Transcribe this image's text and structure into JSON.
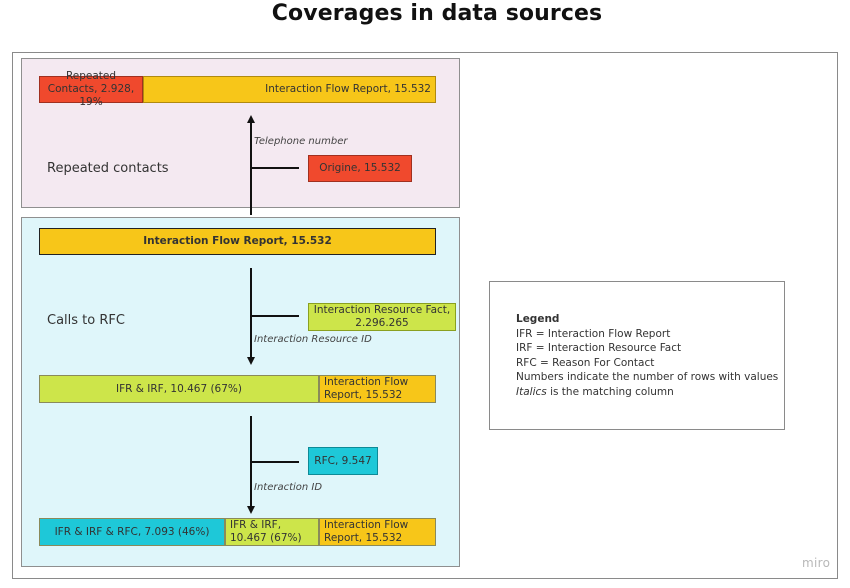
{
  "title": "Coverages in data sources",
  "panels": {
    "repeated_contacts": {
      "label": "Repeated contacts",
      "strip": {
        "left": "Repeated Contacts, 2.928, 19%",
        "right": "Interaction Flow Report, 15.532",
        "left_share": 0.19
      },
      "link_label": "Telephone number",
      "source_box": "Origine, 15.532"
    },
    "calls_to_rfc": {
      "label": "Calls to RFC",
      "top_box": "Interaction Flow Report, 15.532",
      "join1": {
        "source_box": "Interaction Resource Fact, 2.296.265",
        "link_label": "Interaction Resource ID",
        "strip_left": "IFR & IRF, 10.467 (67%)",
        "strip_right": "Interaction Flow Report, 15.532",
        "left_share": 0.67
      },
      "join2": {
        "source_box": "RFC, 9.547",
        "link_label": "Interaction ID",
        "strip_a": "IFR & IRF & RFC, 7.093 (46%)",
        "strip_b": "IFR & IRF, 10.467 (67%)",
        "strip_c": "Interaction Flow Report, 15.532",
        "a_share": 0.46,
        "b_share": 0.67
      }
    }
  },
  "legend": {
    "title": "Legend",
    "lines": [
      "IFR = Interaction Flow Report",
      "IRF = Interaction Resource Fact",
      "RFC = Reason For Contact",
      "Numbers indicate the number of rows with values"
    ],
    "italic_word": "Italics",
    "italic_rest": " is the matching column"
  },
  "watermark": "miro",
  "colors": {
    "red": "#f0492d",
    "orange": "#f7c619",
    "lime": "#cde54a",
    "teal": "#1ec8d8",
    "panel_pink": "#f4e9f1",
    "panel_cyan": "#dff6fa"
  }
}
